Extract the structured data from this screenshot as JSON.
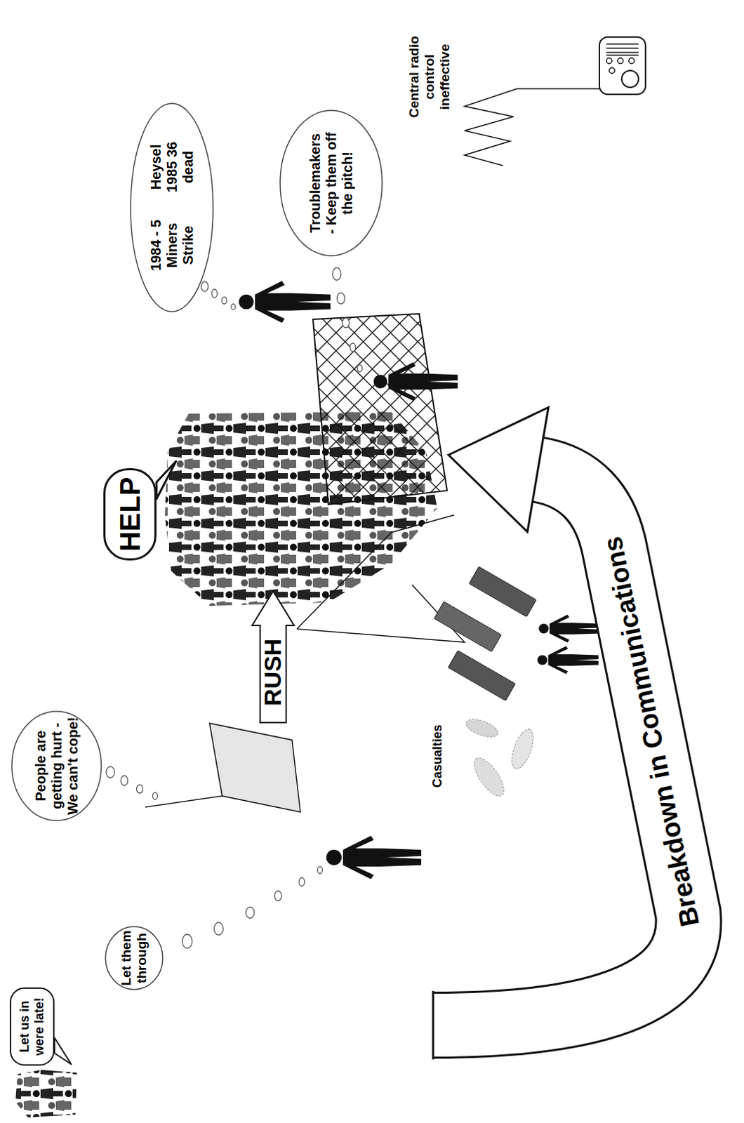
{
  "diagram": {
    "nodes": [
      {
        "text": [
          "Let us in were late!"
        ]
      },
      {
        "text": [
          "People are getting hurt - We can't cope!"
        ]
      },
      {
        "text": [
          "Let them through"
        ]
      },
      {
        "text": [
          "RUSH"
        ]
      },
      {
        "text": [
          "HELP"
        ]
      },
      {
        "text": [
          "1984 - 5 Miners Strike",
          "Heysel 1985 36 dead"
        ]
      },
      {
        "text": [
          "Troublemakers - Keep them off the pitch!"
        ]
      }
    ],
    "labels": [
      "Casualties",
      "Central radio control ineffective",
      "Breakdown in Communications"
    ]
  }
}
